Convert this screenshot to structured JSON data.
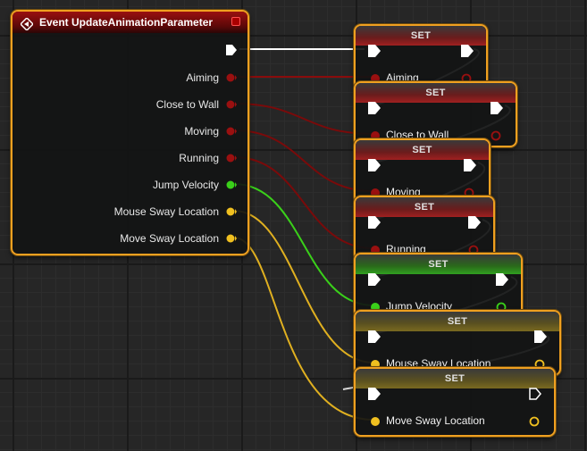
{
  "event": {
    "title": "Event UpdateAnimationParameter",
    "icon": "event-icon",
    "pins": [
      {
        "label": "Aiming",
        "type": "bool",
        "color": "#9a1010"
      },
      {
        "label": "Close to Wall",
        "type": "bool",
        "color": "#9a1010"
      },
      {
        "label": "Moving",
        "type": "bool",
        "color": "#9a1010"
      },
      {
        "label": "Running",
        "type": "bool",
        "color": "#9a1010"
      },
      {
        "label": "Jump Velocity",
        "type": "float",
        "color": "#3ad01a"
      },
      {
        "label": "Mouse Sway Location",
        "type": "vector",
        "color": "#f0c020"
      },
      {
        "label": "Move Sway Location",
        "type": "vector",
        "color": "#f0c020"
      }
    ]
  },
  "set_nodes": [
    {
      "header": "SET",
      "variable": "Aiming",
      "type": "bool"
    },
    {
      "header": "SET",
      "variable": "Close to Wall",
      "type": "bool"
    },
    {
      "header": "SET",
      "variable": "Moving",
      "type": "bool"
    },
    {
      "header": "SET",
      "variable": "Running",
      "type": "bool"
    },
    {
      "header": "SET",
      "variable": "Jump Velocity",
      "type": "float"
    },
    {
      "header": "SET",
      "variable": "Mouse Sway Location",
      "type": "vector"
    },
    {
      "header": "SET",
      "variable": "Move Sway Location",
      "type": "vector"
    }
  ],
  "colors": {
    "node_border": "#f0a020",
    "bool": "#9a1010",
    "float": "#3ad01a",
    "vector": "#f0c020",
    "exec": "#ffffff"
  }
}
